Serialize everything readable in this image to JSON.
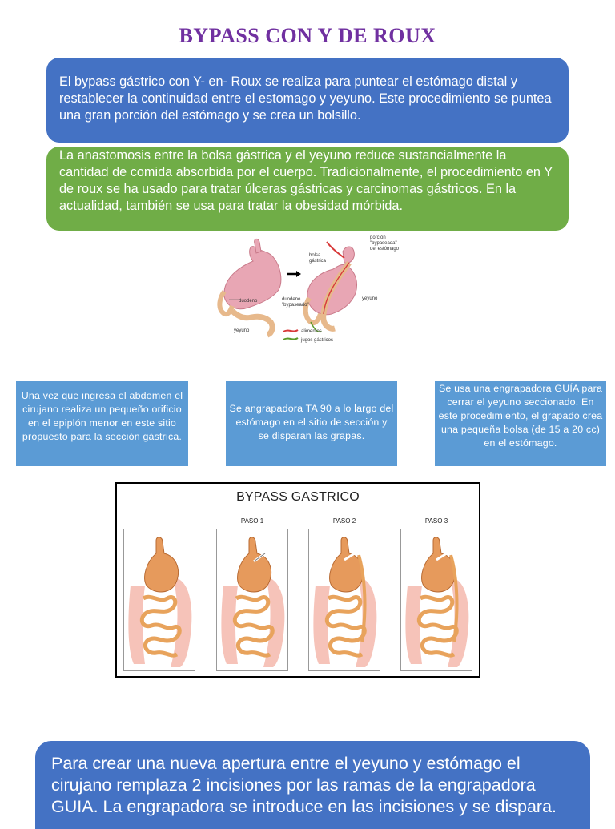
{
  "title": "BYPASS CON Y DE ROUX",
  "intro_text": "El bypass gástrico con Y- en- Roux se realiza para puntear el estómago distal y restablecer la continuidad entre el estomago y yeyuno. Este procedimiento se puntea una gran porción del estómago y se crea un bolsillo.",
  "green_text": "La anastomosis entre la bolsa gástrica y el yeyuno reduce sustancialmente la cantidad de comida absorbida por el cuerpo. Tradicionalmente, el procedimiento en Y de roux se ha usado para tratar úlceras gástricas y carcinomas gástricos. En la actualidad, también se usa para tratar la obesidad mórbida.",
  "figure1": {
    "label_duodeno": "duodeno",
    "label_yeyuno_left": "yeyuno",
    "label_porcion_1": "porción",
    "label_porcion_2": "\"bypaseada\"",
    "label_porcion_3": "del estómago",
    "label_bolsa_1": "bolsa",
    "label_bolsa_2": "gástrica",
    "label_duodeno_bp_1": "duodeno",
    "label_duodeno_bp_2": "\"bypaseado\"",
    "label_yeyuno_right": "yeyuno",
    "legend_alimentos": "alimentos",
    "legend_jugos": "jugos gástricos"
  },
  "steps": [
    "Una vez que ingresa el abdomen el cirujano realiza un pequeño orificio en el epiplón menor en este sitio propuesto para la sección gástrica.",
    "Se angrapadora TA 90 a lo largo del estómago en el sitio de sección y se disparan las grapas.",
    "Se usa una engrapadora GUÍA para cerrar el yeyuno seccionado. En este procedimiento, el grapado crea una pequeña bolsa (de 15 a 20 cc) en el estómago."
  ],
  "figure2": {
    "title": "BYPASS GASTRICO",
    "pasos": [
      "PASO 1",
      "PASO 2",
      "PASO 3"
    ]
  },
  "bottom_text": "Para crear una nueva apertura entre el yeyuno y estómago el cirujano remplaza 2 incisiones por las ramas de la engrapadora GUIA. La engrapadora se introduce en las incisiones y se dispara."
}
